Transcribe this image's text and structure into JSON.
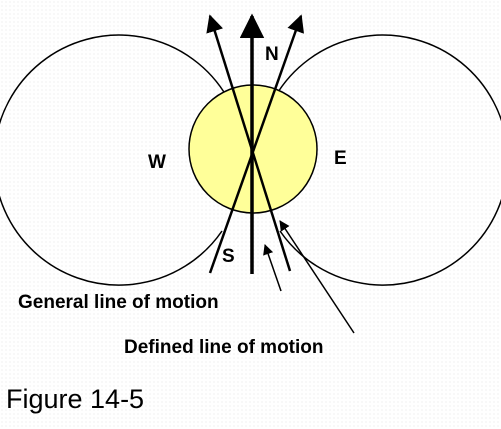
{
  "labels": {
    "north": "N",
    "south": "S",
    "east": "E",
    "west": "W",
    "general_line": "General line of motion",
    "defined_line": "Defined line of motion"
  },
  "caption": "Figure 14-5",
  "colors": {
    "center_fill": "#ffff99",
    "stroke": "#000000",
    "background": "#ffffff"
  }
}
